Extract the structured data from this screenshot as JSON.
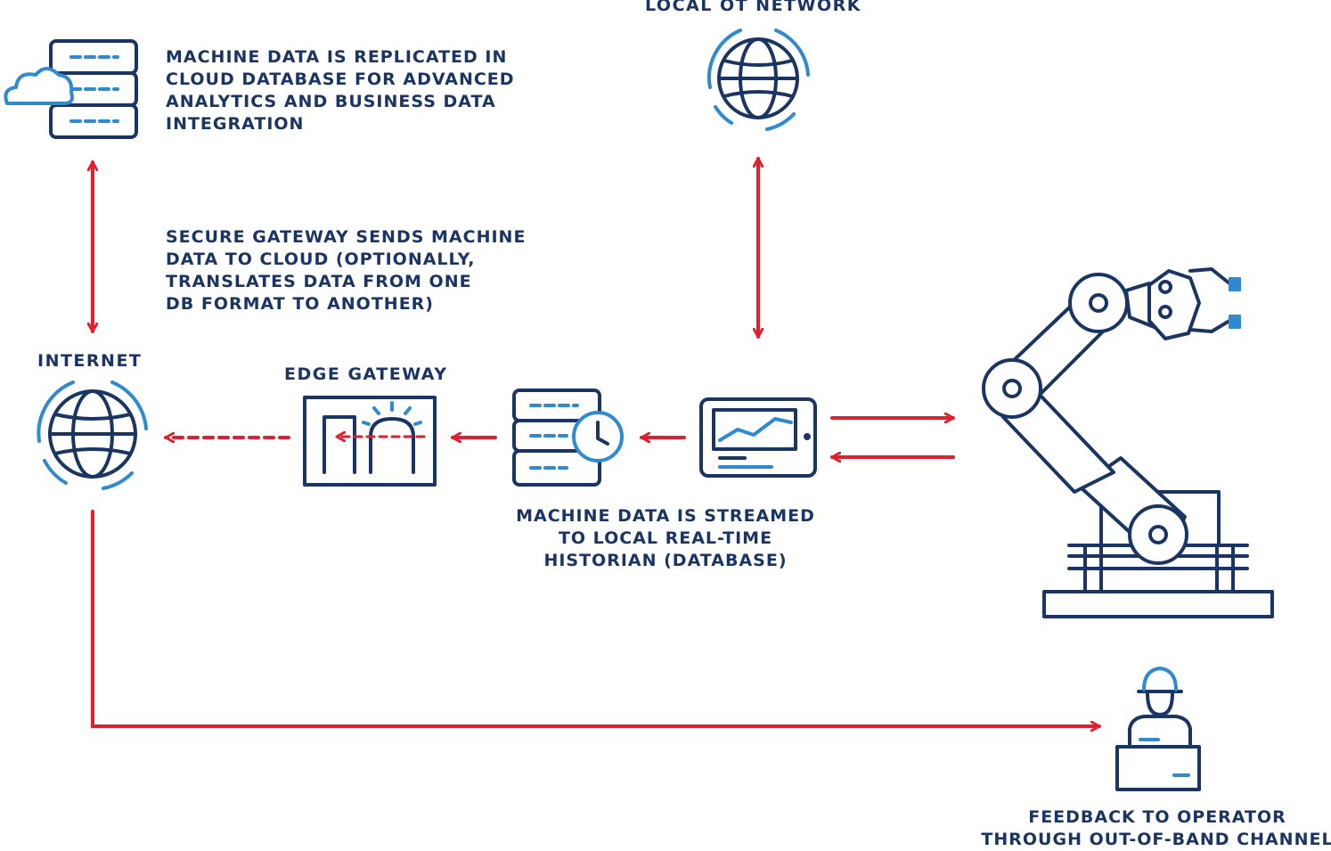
{
  "labels": {
    "local_ot_network": "LOCAL OT NETWORK",
    "internet": "INTERNET",
    "edge_gateway": "EDGE GATEWAY",
    "cloud_replication": "MACHINE DATA IS REPLICATED IN\nCLOUD DATABASE FOR ADVANCED\nANALYTICS AND BUSINESS DATA\nINTEGRATION",
    "secure_gateway": "SECURE GATEWAY SENDS MACHINE\nDATA TO CLOUD (OPTIONALLY,\nTRANSLATES DATA FROM ONE\nDB FORMAT TO ANOTHER)",
    "streamed_historian": "MACHINE DATA IS STREAMED\nTO LOCAL REAL-TIME\nHISTORIAN (DATABASE)",
    "feedback_operator": "FEEDBACK TO OPERATOR\nTHROUGH OUT-OF-BAND CHANNEL"
  },
  "colors": {
    "navy": "#1b3563",
    "blue": "#2f8ad0",
    "red": "#e0202e"
  },
  "icons": [
    "cloud-database-icon",
    "globe-icon",
    "globe-icon",
    "edge-gateway-icon",
    "historian-database-clock-icon",
    "hmi-tablet-icon",
    "robot-arm-icon",
    "operator-icon"
  ]
}
